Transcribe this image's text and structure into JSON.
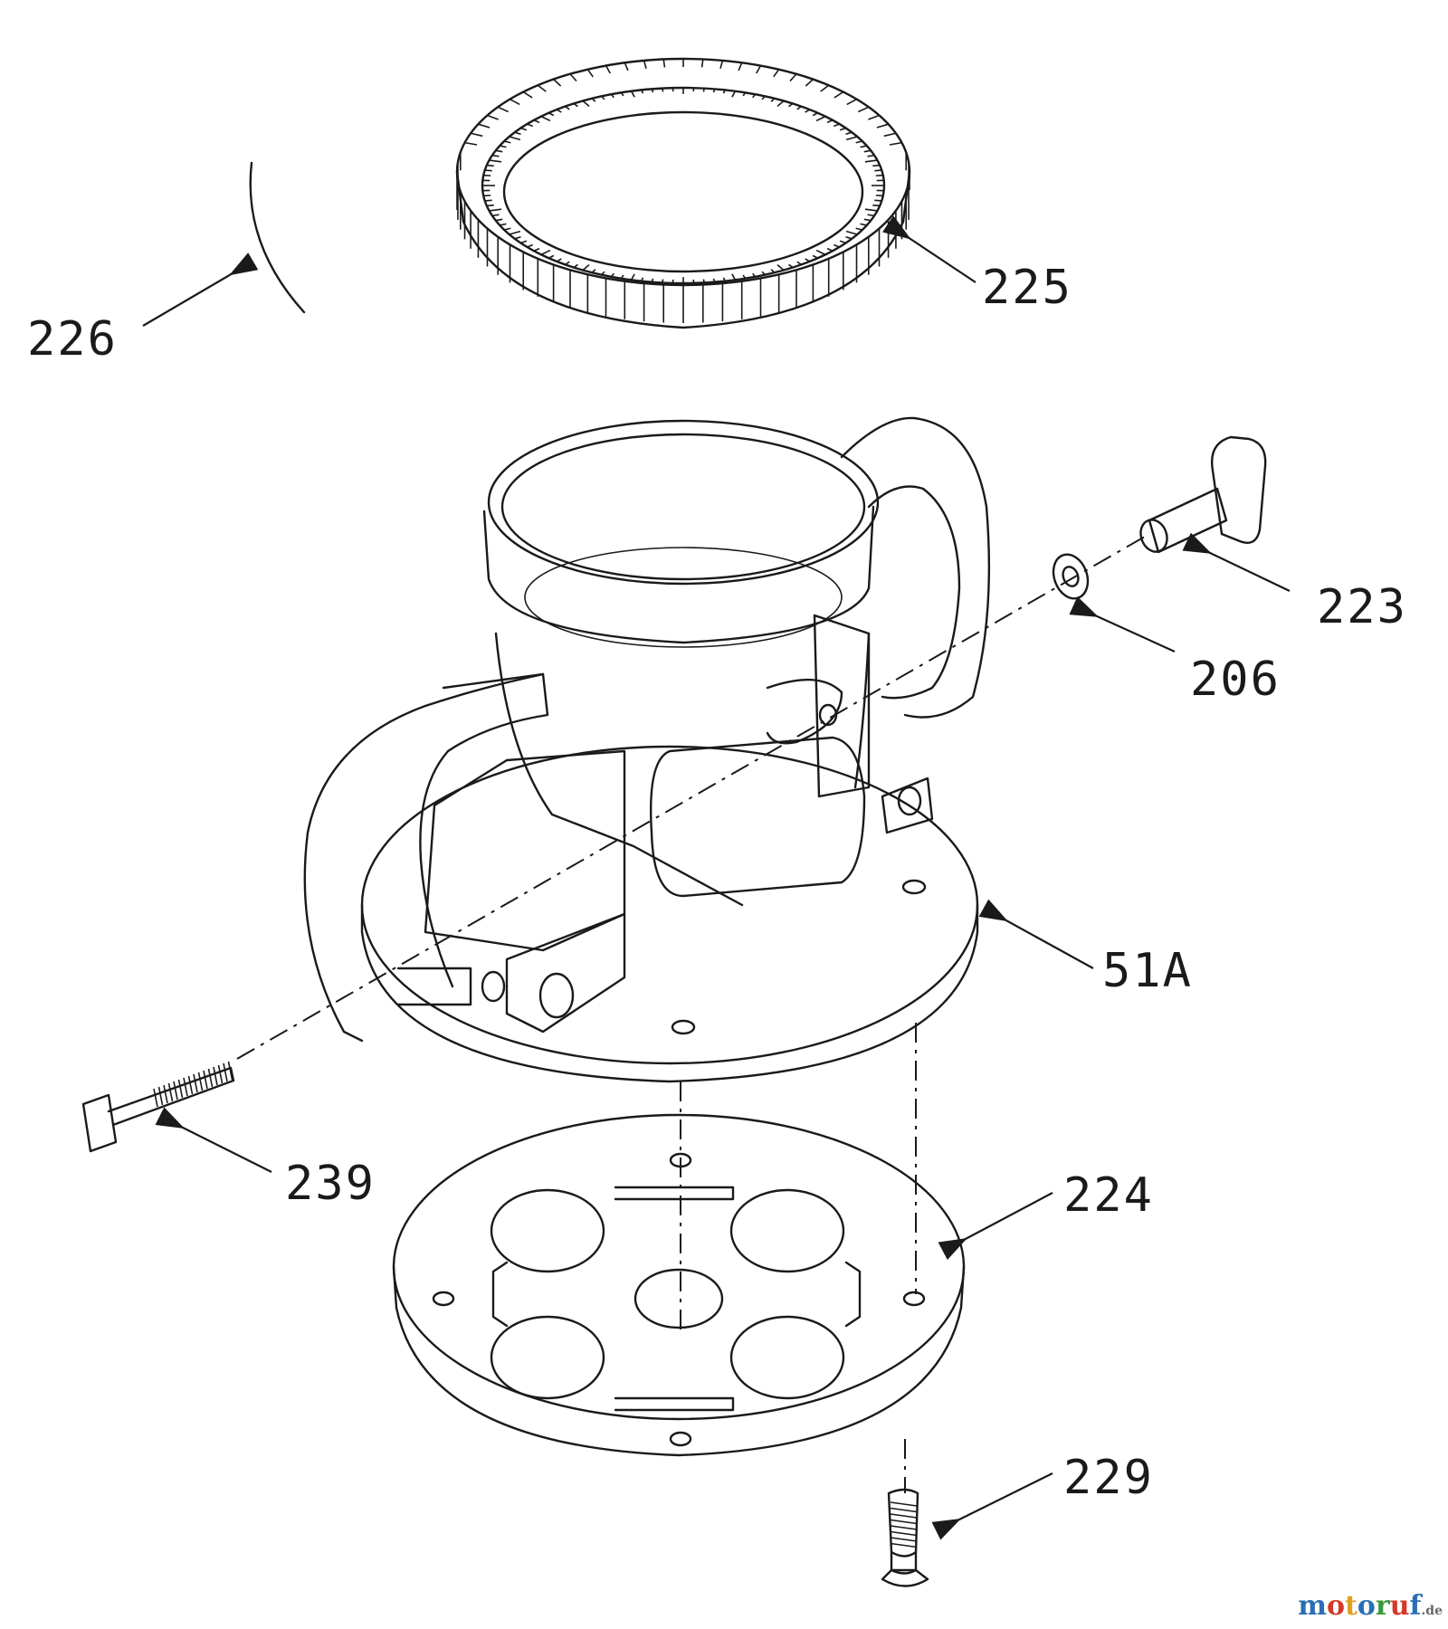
{
  "labels": {
    "ring": "225",
    "arc": "226",
    "knob": "223",
    "washer": "206",
    "base": "51A",
    "bolt": "239",
    "subbase": "224",
    "screw": "229"
  },
  "watermark": {
    "text": "motoruf",
    "suffix": ".de",
    "colors": [
      "#2a6fb5",
      "#d23a2a",
      "#e0a020",
      "#2a6fb5",
      "#3a9a3a",
      "#d23a2a",
      "#2a6fb5"
    ]
  }
}
